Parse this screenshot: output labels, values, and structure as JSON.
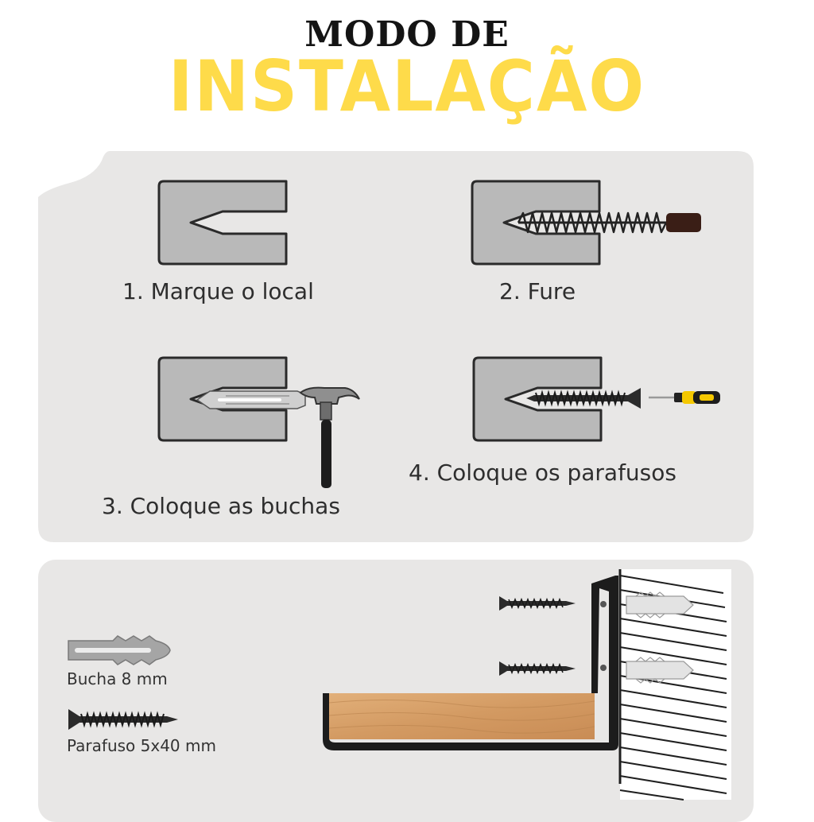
{
  "header": {
    "line1": "MODO DE",
    "line2": "INSTALAÇÃO"
  },
  "steps": [
    {
      "label": "1. Marque o local"
    },
    {
      "label": "2. Fure"
    },
    {
      "label": "3. Coloque as buchas"
    },
    {
      "label": "4. Coloque os parafusos"
    }
  ],
  "parts": [
    {
      "label": "Bucha 8 mm"
    },
    {
      "label": "Parafuso 5x40 mm"
    }
  ],
  "colors": {
    "title_yellow": "#fedb4a",
    "title_dark": "#141414",
    "panel": "#e8e7e6",
    "wood": "#d9a470",
    "handle_yellow": "#f5c800"
  },
  "icons": [
    "wall-slot-icon",
    "drill-icon",
    "wall-plug-icon",
    "hammer-icon",
    "screw-icon",
    "screwdriver-icon",
    "shelf-bracket-icon",
    "wood-shelf-icon"
  ]
}
